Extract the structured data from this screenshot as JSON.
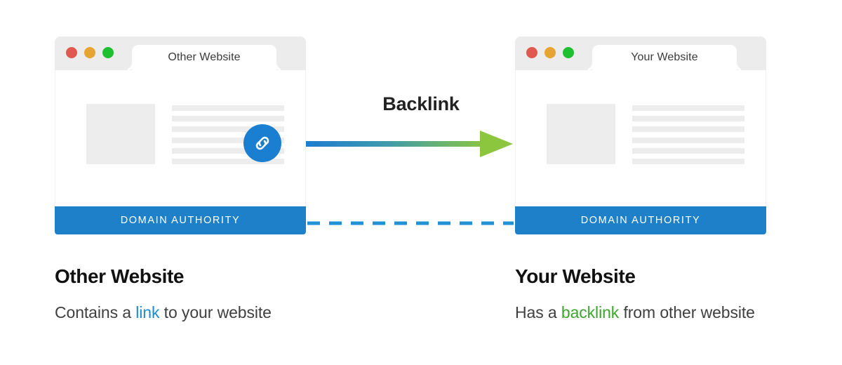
{
  "diagram": {
    "title": "Backlink diagram",
    "connector": {
      "label": "Backlink",
      "arrow_gradient_start": "#1b7ed1",
      "arrow_gradient_end": "#8cc63f",
      "dashed_line_color": "#1f91d4"
    }
  },
  "windows": [
    {
      "id": "other-website",
      "tab_title": "Other Website",
      "traffic_lights": [
        "red",
        "amber",
        "green"
      ],
      "footer_label": "DOMAIN AUTHORITY",
      "footer_color": "#1f80ca",
      "has_link_badge": true,
      "link_icon": "chain-link-icon",
      "content_lines": 6
    },
    {
      "id": "your-website",
      "tab_title": "Your Website",
      "traffic_lights": [
        "red",
        "amber",
        "green"
      ],
      "footer_label": "DOMAIN AUTHORITY",
      "footer_color": "#1f80ca",
      "has_link_badge": false,
      "link_icon": null,
      "content_lines": 6
    }
  ],
  "captions": [
    {
      "heading": "Other Website",
      "text_before": "Contains a ",
      "highlight": "link",
      "highlight_color": "#1e8bd0",
      "text_after": " to your website"
    },
    {
      "heading": "Your Website",
      "text_before": "Has a ",
      "highlight": "backlink",
      "highlight_color": "#3aa72a",
      "text_after": " from other website"
    }
  ]
}
